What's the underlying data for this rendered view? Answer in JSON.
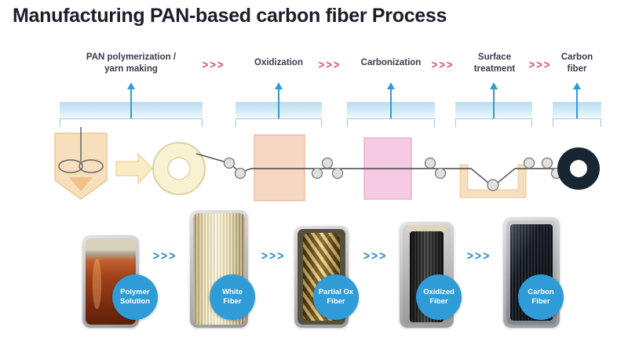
{
  "title": "Manufacturing PAN-based carbon fiber Process",
  "stage_chevron": ">>>",
  "product_chevron": ">>>",
  "stages": [
    {
      "line1": "PAN polymerization /",
      "line2": "yarn making"
    },
    {
      "line1": "Oxidization",
      "line2": ""
    },
    {
      "line1": "Carbonization",
      "line2": ""
    },
    {
      "line1": "Surface",
      "line2": "treatment"
    },
    {
      "line1": "Carbon",
      "line2": "fiber"
    }
  ],
  "products": [
    {
      "line1": "Polymer",
      "line2": "Solution"
    },
    {
      "line1": "White",
      "line2": "Fiber"
    },
    {
      "line1": "Partial Ox",
      "line2": "Fiber"
    },
    {
      "line1": "Oxidized",
      "line2": "Fiber"
    },
    {
      "line1": "Carbon",
      "line2": "Fiber"
    }
  ],
  "colors": {
    "stage_chevron": "#E8476E",
    "product_chevron": "#2B86C8",
    "badge": "#2F9CD8",
    "arrow": "#2F9CD8"
  }
}
